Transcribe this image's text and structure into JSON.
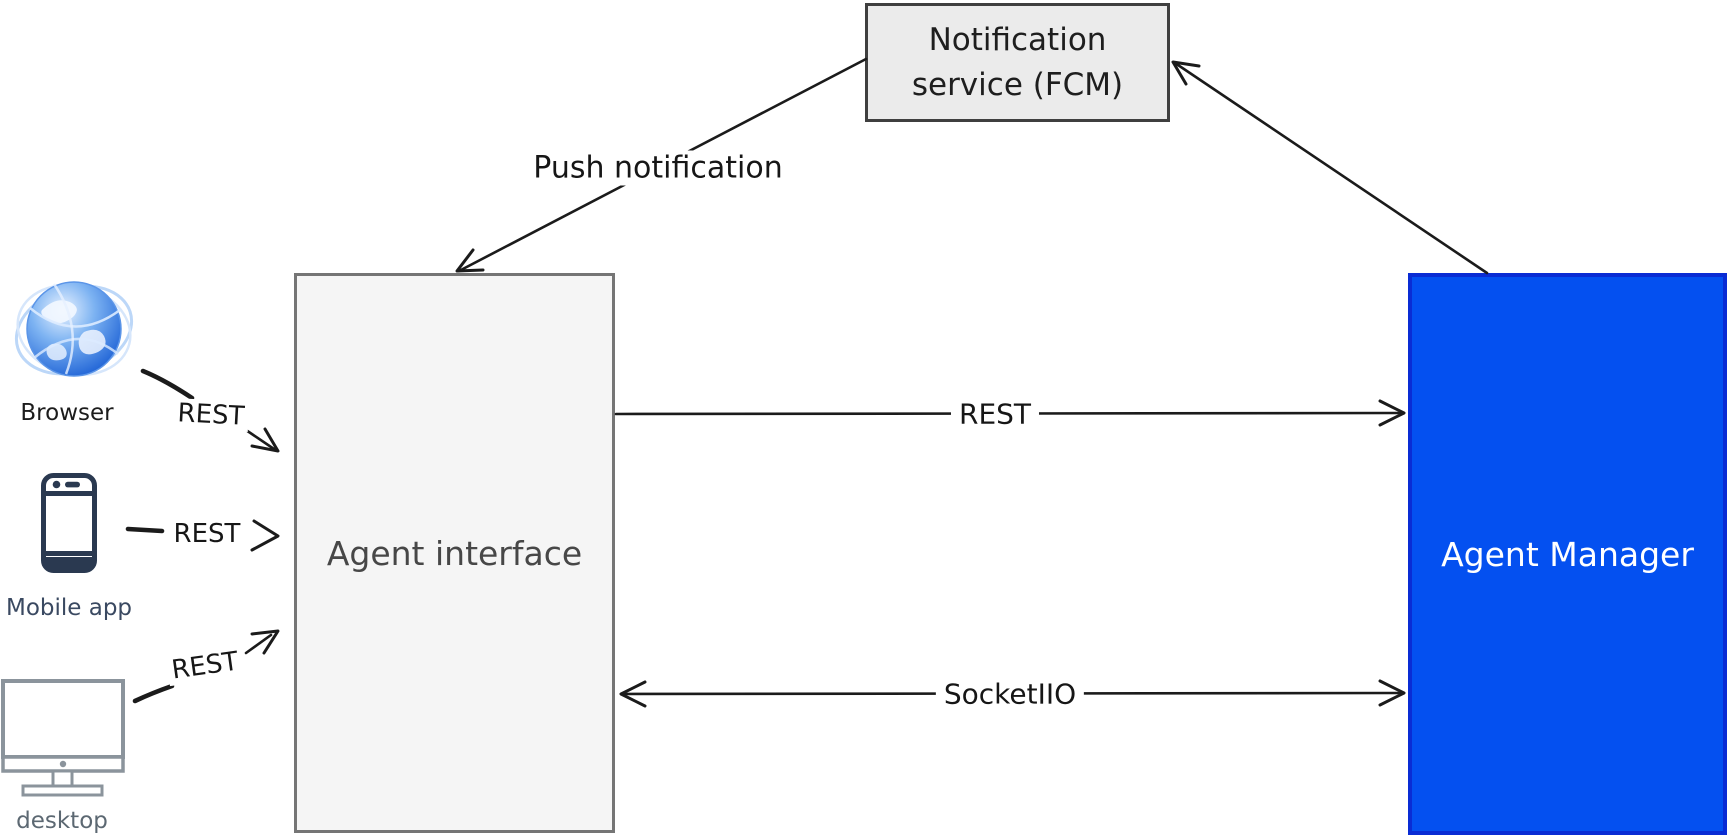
{
  "diagram": {
    "nodes": {
      "notification_service": {
        "line1": "Notification",
        "line2": "service (FCM)"
      },
      "agent_interface": {
        "label": "Agent interface"
      },
      "agent_manager": {
        "label": "Agent Manager"
      }
    },
    "clients": {
      "browser": {
        "label": "Browser",
        "icon": "globe-icon"
      },
      "mobile": {
        "label": "Mobile app",
        "icon": "smartphone-icon"
      },
      "desktop": {
        "label": "desktop",
        "icon": "monitor-icon"
      }
    },
    "edges": {
      "push_notification": {
        "label": "Push notification",
        "from": "Notification service (FCM)",
        "to": "Agent interface"
      },
      "manager_to_fcm": {
        "from": "Agent Manager",
        "to": "Notification service (FCM)"
      },
      "rest_main": {
        "label": "REST",
        "from": "Agent interface",
        "to": "Agent Manager"
      },
      "socket": {
        "label": "SocketIIO",
        "from": "Agent interface",
        "to": "Agent Manager",
        "bidirectional": true
      },
      "browser_rest": {
        "label": "REST",
        "from": "Browser",
        "to": "Agent interface"
      },
      "mobile_rest": {
        "label": "REST",
        "from": "Mobile app",
        "to": "Agent interface"
      },
      "desktop_rest": {
        "label": "REST",
        "from": "desktop",
        "to": "Agent interface"
      }
    },
    "colors": {
      "manager_fill": "#0450F0",
      "manager_border": "#0A2CD4",
      "box_fill": "#F5F5F5",
      "box_border": "#757575",
      "fcm_fill": "#EBEBEB",
      "fcm_border": "#3F3F3F",
      "arrow": "#1B1B1B"
    }
  }
}
